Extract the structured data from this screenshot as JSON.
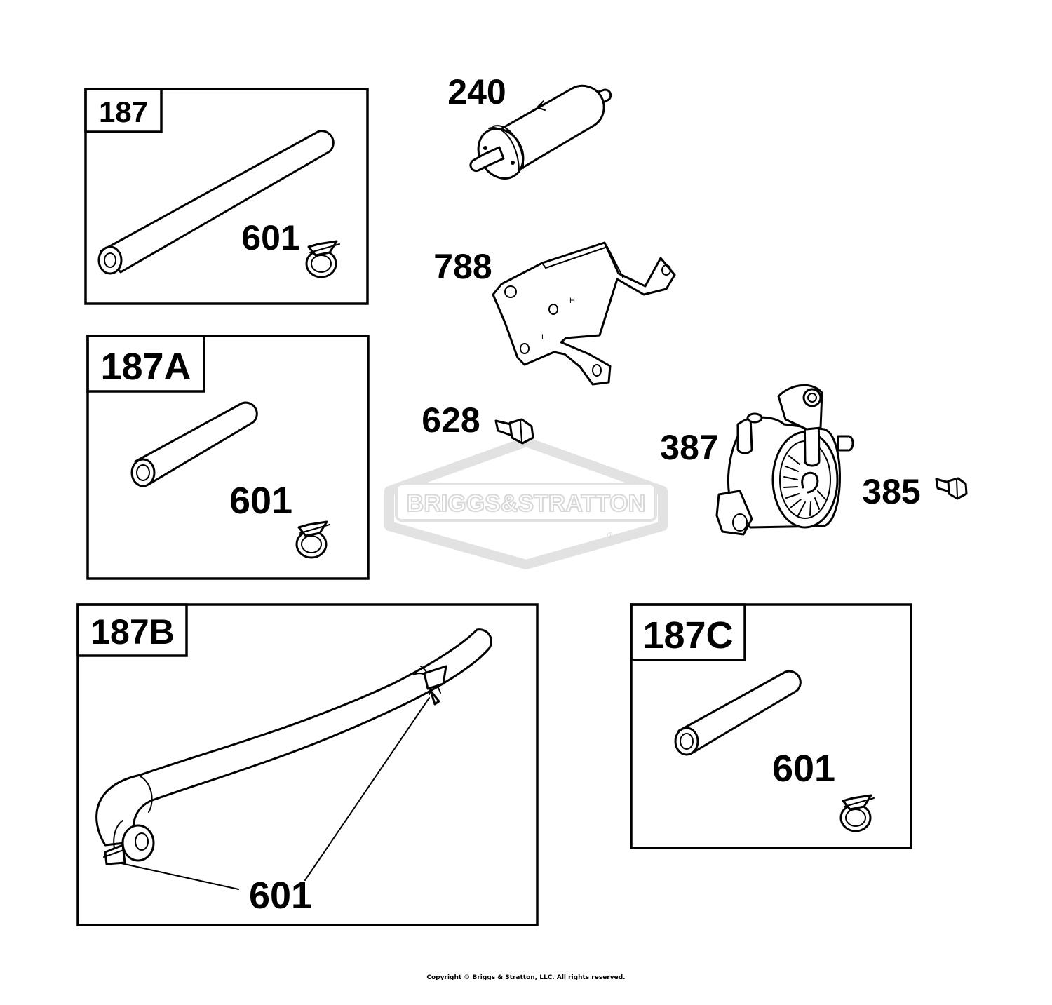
{
  "watermark": {
    "text": "BRIGGS&STRATTON",
    "mark": "®"
  },
  "kits": [
    {
      "label": "187",
      "part_label": "601"
    },
    {
      "label": "187A",
      "part_label": "601"
    },
    {
      "label": "187B",
      "part_label": "601"
    },
    {
      "label": "187C",
      "part_label": "601"
    }
  ],
  "parts": {
    "fuel_filter": "240",
    "bracket": "788",
    "screw_628": "628",
    "fuel_pump": "387",
    "screw_385": "385"
  },
  "footer": {
    "copyright": "Copyright © Briggs & Stratton, LLC. All rights reserved."
  }
}
